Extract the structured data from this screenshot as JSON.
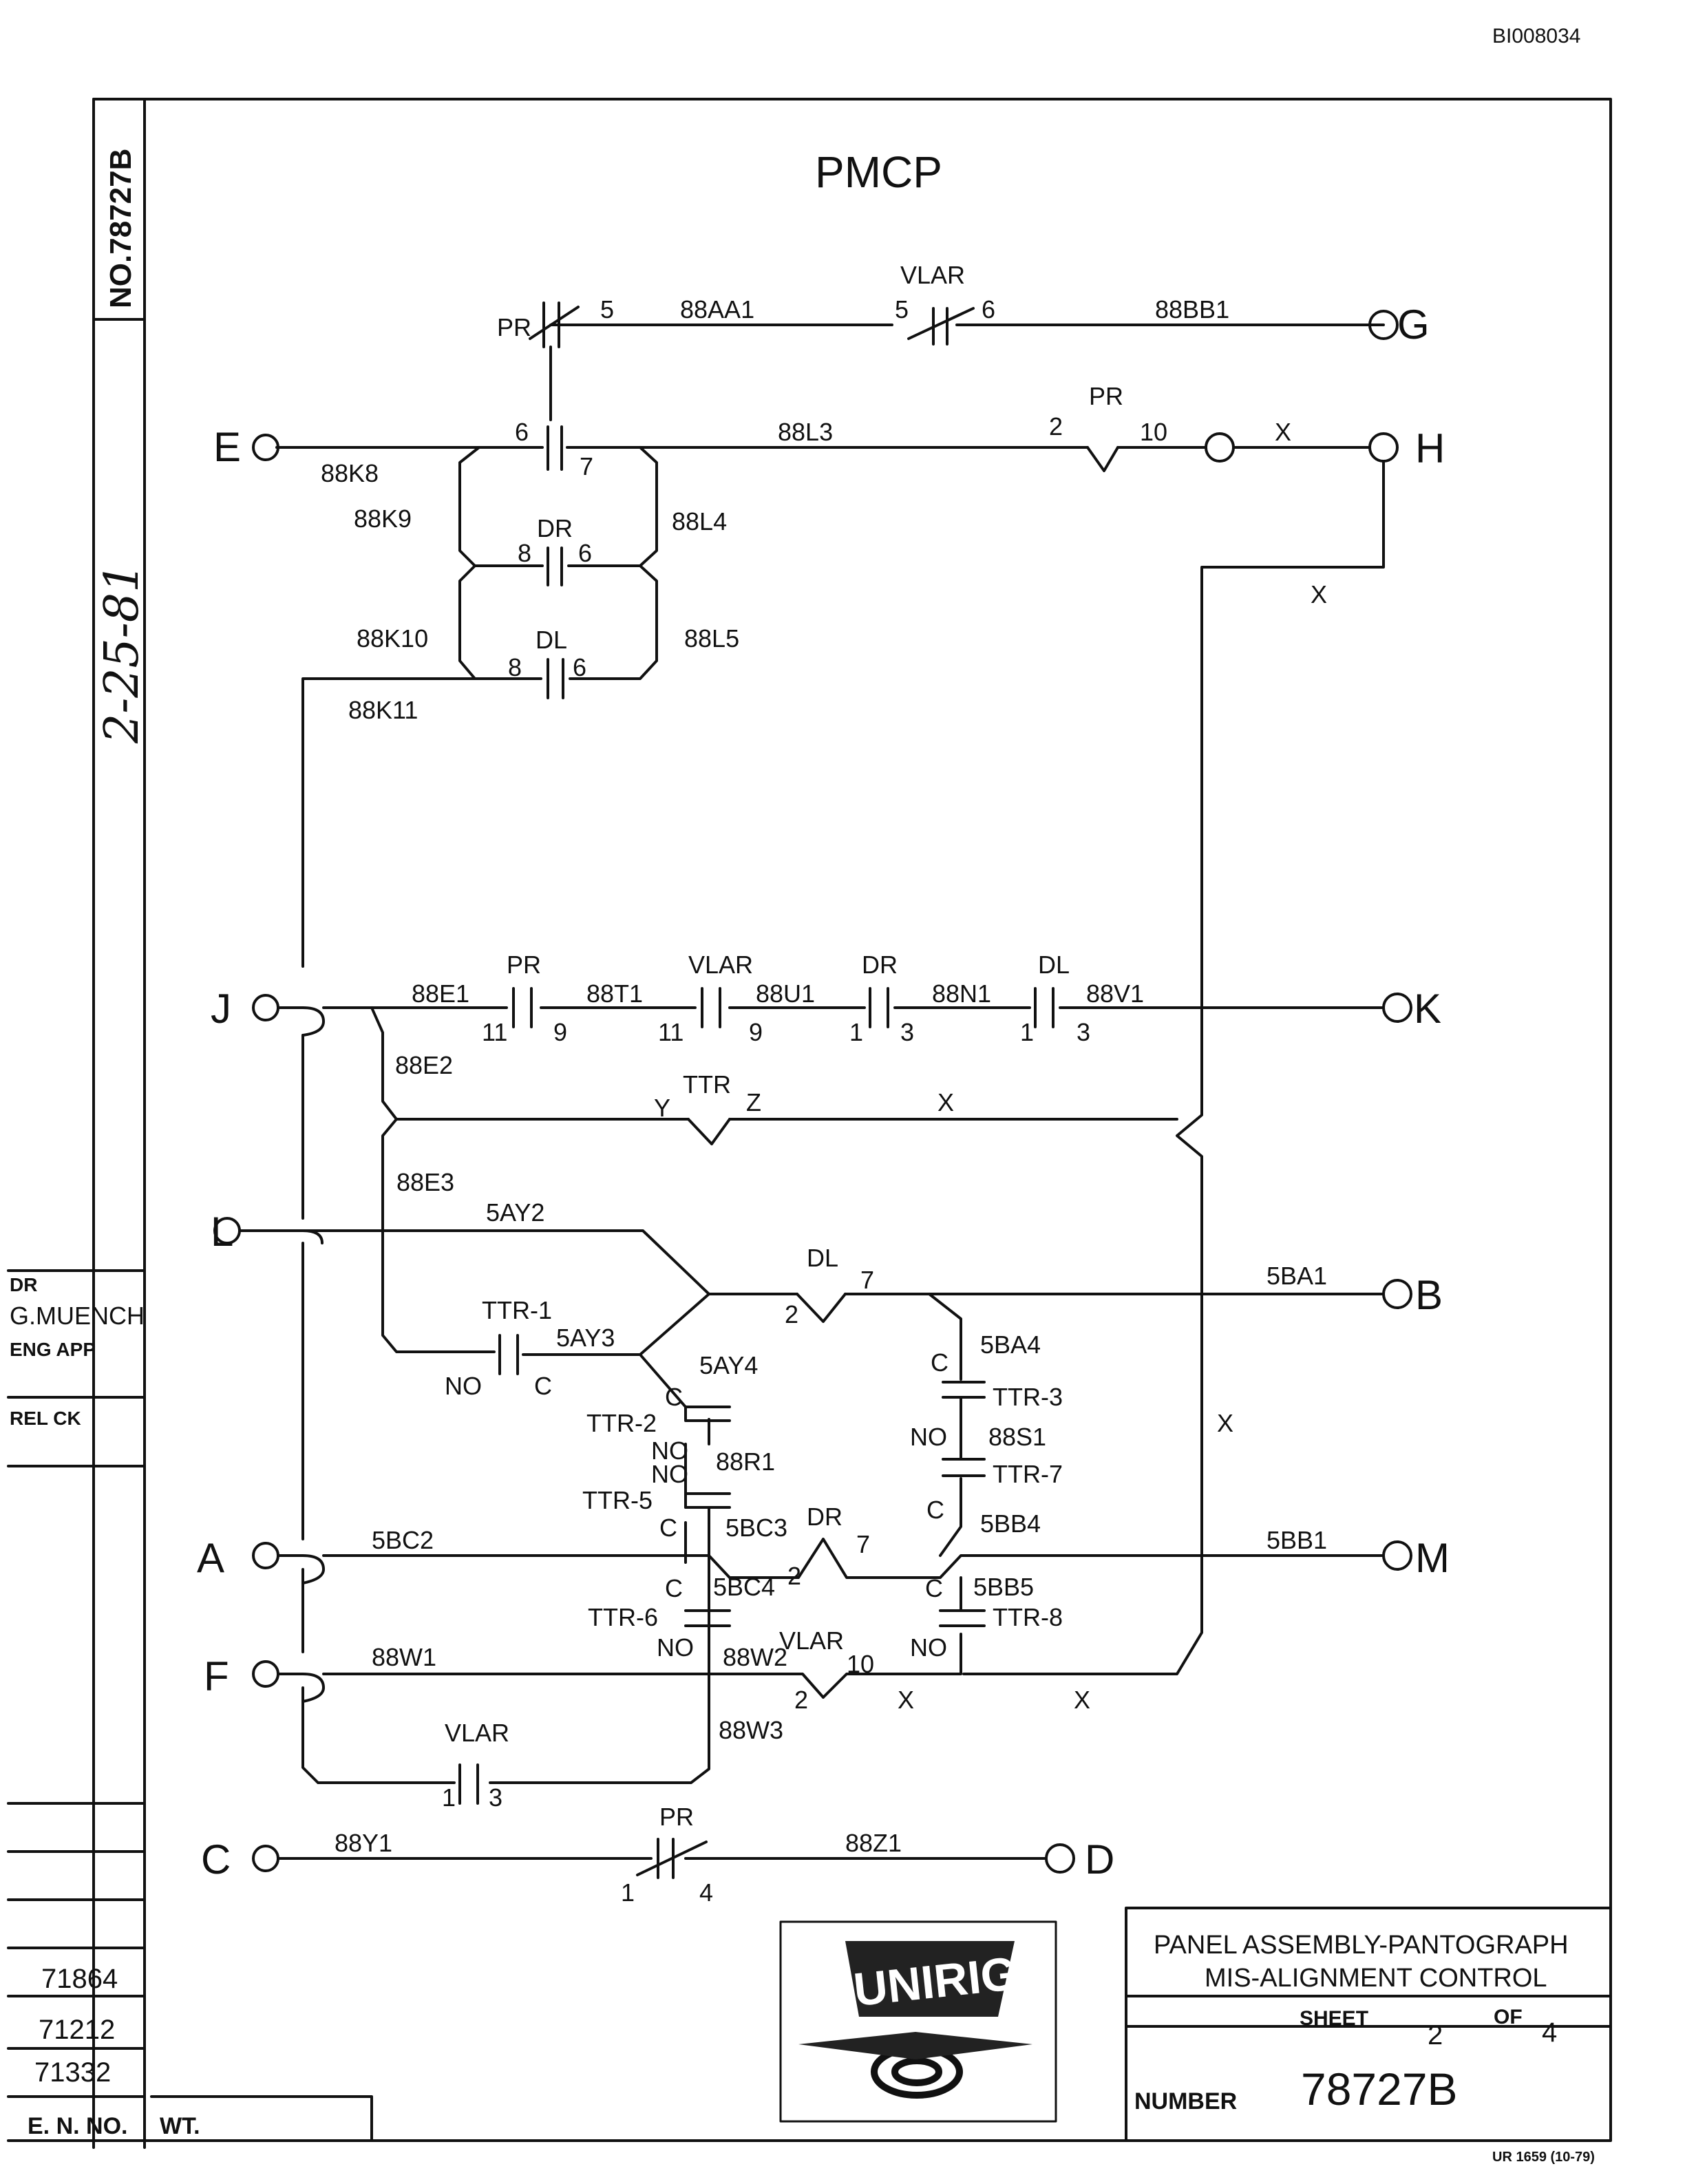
{
  "document_id": "BI008034",
  "drawing_number_vertical": "NO.78727B",
  "diagram_title": "PMCP",
  "handwritten_date": "2-25-81",
  "terminals": [
    "E",
    "G",
    "H",
    "J",
    "K",
    "L",
    "B",
    "A",
    "M",
    "F",
    "C",
    "D"
  ],
  "wire_labels": {
    "w_88aa1": "88AA1",
    "w_88bb1": "88BB1",
    "w_88l3": "88L3",
    "w_88k8": "88K8",
    "w_88k9": "88K9",
    "w_88l4": "88L4",
    "w_88k10": "88K10",
    "w_88l5": "88L5",
    "w_88k11": "88K11",
    "w_88e1": "88E1",
    "w_88t1": "88T1",
    "w_88u1": "88U1",
    "w_88n1": "88N1",
    "w_88v1": "88V1",
    "w_88e2": "88E2",
    "w_88e3": "88E3",
    "w_5ay2": "5AY2",
    "w_5ay3": "5AY3",
    "w_5ay4": "5AY4",
    "w_5ba1": "5BA1",
    "w_5ba4": "5BA4",
    "w_88s1": "88S1",
    "w_88r1": "88R1",
    "w_5bc2": "5BC2",
    "w_5bc3": "5BC3",
    "w_5bc4": "5BC4",
    "w_5bb4": "5BB4",
    "w_5bb5": "5BB5",
    "w_5bb1": "5BB1",
    "w_88w1": "88W1",
    "w_88w2": "88W2",
    "w_88w3": "88W3",
    "w_88y1": "88Y1",
    "w_88z1": "88Z1"
  },
  "device_labels": {
    "pr_top": "PR",
    "vlar_top": "VLAR",
    "pr_coil": "PR",
    "dr_mid": "DR",
    "dl_mid": "DL",
    "pr_row": "PR",
    "vlar_row": "VLAR",
    "dr_row": "DR",
    "dl_row": "DL",
    "ttr_coil": "TTR",
    "dl_coil": "DL",
    "ttr1": "TTR-1",
    "ttr2": "TTR-2",
    "ttr3": "TTR-3",
    "ttr5": "TTR-5",
    "ttr6": "TTR-6",
    "ttr7": "TTR-7",
    "ttr8": "TTR-8",
    "dr_coil": "DR",
    "vlar_coil": "VLAR",
    "vlar_bottom": "VLAR",
    "pr_bottom": "PR"
  },
  "pin_labels": {
    "pr_top_5": "5",
    "vlar_top_5": "5",
    "vlar_top_6": "6",
    "e_6": "6",
    "e_7": "7",
    "prc_2": "2",
    "prc_10": "10",
    "x_h": "X",
    "x_right": "X",
    "dr_8": "8",
    "dr_6": "6",
    "dl_8": "8",
    "dl_6": "6",
    "pr_11": "11",
    "pr_9": "9",
    "vlar_11": "11",
    "vlar_9": "9",
    "dr_1": "1",
    "dr_3": "3",
    "dl_1": "1",
    "dl_3": "3",
    "ttr_y": "Y",
    "ttr_z": "Z",
    "ttr_x": "X",
    "dlc_2": "2",
    "dlc_7": "7",
    "ttr1_no": "NO",
    "ttr1_c": "C",
    "ttr2_c": "C",
    "ttr2_no": "NO",
    "ttr5_no": "NO",
    "ttr5_c": "C",
    "ttr3_c": "C",
    "ttr3_no": "NO",
    "ttr7_c": "C",
    "x_mid": "X",
    "drc_2": "2",
    "drc_7": "7",
    "ttr6_c": "C",
    "ttr6_no": "NO",
    "ttr8_c": "C",
    "ttr8_no": "NO",
    "vlarc_2": "2",
    "vlarc_10": "10",
    "x_f1": "X",
    "x_f2": "X",
    "vlarb_1": "1",
    "vlarb_3": "3",
    "prb_1": "1",
    "prb_4": "4"
  },
  "title_block": {
    "title_line1": "PANEL ASSEMBLY-PANTOGRAPH",
    "title_line2": "MIS-ALIGNMENT CONTROL",
    "sheet_label": "SHEET",
    "sheet_value": "2",
    "of_label": "OF",
    "of_value": "4",
    "number_label": "NUMBER",
    "number_value": "78727B",
    "form_code": "UR 1659 (10-79)"
  },
  "left_block": {
    "dr_label": "DR",
    "name": "G.MUENCH",
    "eng_app": "ENG APP",
    "rel_ck": "REL CK",
    "en_numbers": [
      "71864",
      "71212",
      "71332"
    ],
    "en_no_label": "E. N. NO.",
    "wt_label": "WT."
  },
  "logo_text": "UNIRIG"
}
